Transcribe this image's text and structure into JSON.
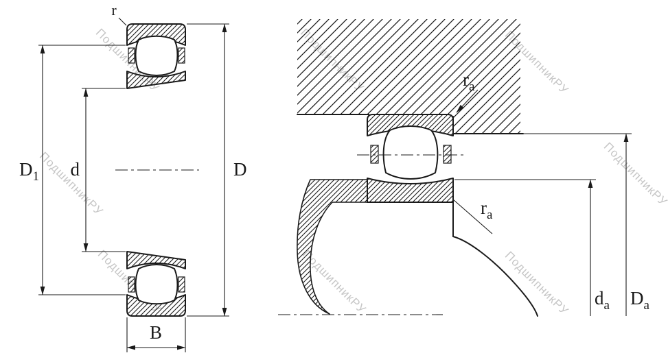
{
  "colors": {
    "line": "#1a1a1a",
    "watermark": "#c6c6c6",
    "background": "#ffffff"
  },
  "watermark": {
    "text": "ПодшипникРУ"
  },
  "left_view": {
    "labels": {
      "r": "r",
      "D1_main": "D",
      "D1_sub": "1",
      "d": "d",
      "D": "D",
      "B": "B"
    }
  },
  "right_view": {
    "labels": {
      "ra_top_main": "r",
      "ra_top_sub": "a",
      "ra_bottom_main": "r",
      "ra_bottom_sub": "a",
      "da_main": "d",
      "da_sub": "a",
      "Da_main": "D",
      "Da_sub": "a"
    }
  }
}
